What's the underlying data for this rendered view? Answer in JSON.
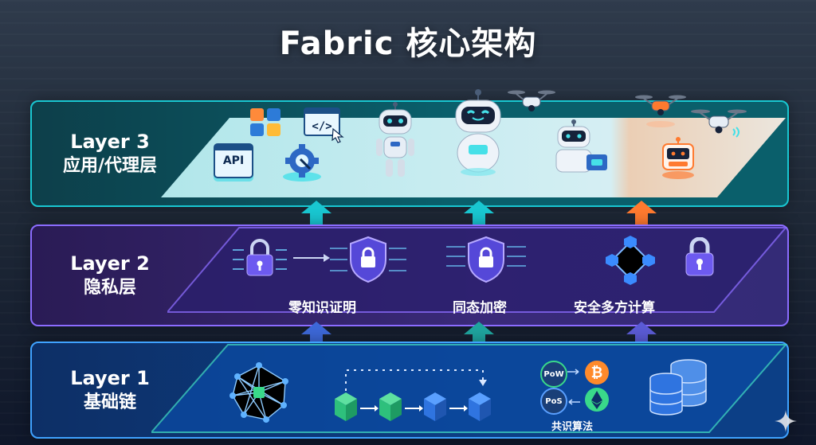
{
  "title": "Fabric 核心架构",
  "layers": [
    {
      "line1": "Layer 3",
      "line2": "应用/代理层"
    },
    {
      "line1": "Layer 2",
      "line2": "隐私层"
    },
    {
      "line1": "Layer 1",
      "line2": "基础链"
    }
  ],
  "layer3": {
    "api_label": "API"
  },
  "layer2": {
    "captions": [
      "零知识证明",
      "同态加密",
      "安全多方计算"
    ]
  },
  "layer1": {
    "consensus": {
      "caption": "共识算法",
      "badges": [
        "PoW",
        "PoS"
      ]
    }
  },
  "colors": {
    "layer3": "#19c7d1",
    "layer2": "#8b6cff",
    "layer1": "#3fa2ff",
    "accent_orange": "#ff7a2f"
  },
  "icons": [
    "api-icon",
    "apps-icon",
    "code-window-icon",
    "gear-icon",
    "robot-icon",
    "robot-head-icon",
    "robot-laptop-icon",
    "robot-terminal-icon",
    "drone-icon",
    "lock-icon",
    "shield-lock-icon",
    "network-icon",
    "blockchain-icon",
    "bitcoin-icon",
    "ethereum-icon",
    "database-icon",
    "sparkle-icon"
  ]
}
